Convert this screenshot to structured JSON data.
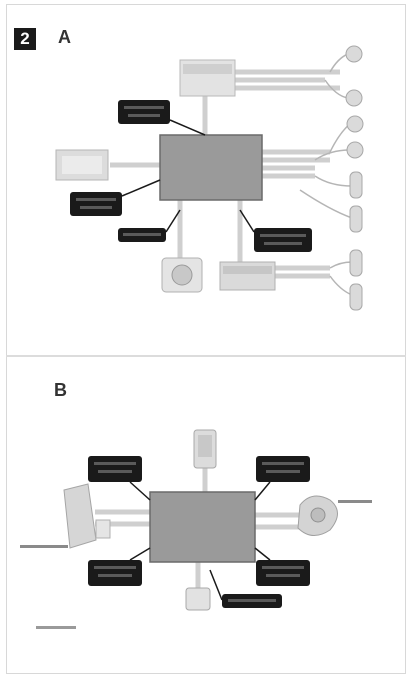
{
  "step": {
    "number": "2"
  },
  "panel_a": {
    "letter": "A"
  },
  "panel_b": {
    "letter": "B"
  }
}
